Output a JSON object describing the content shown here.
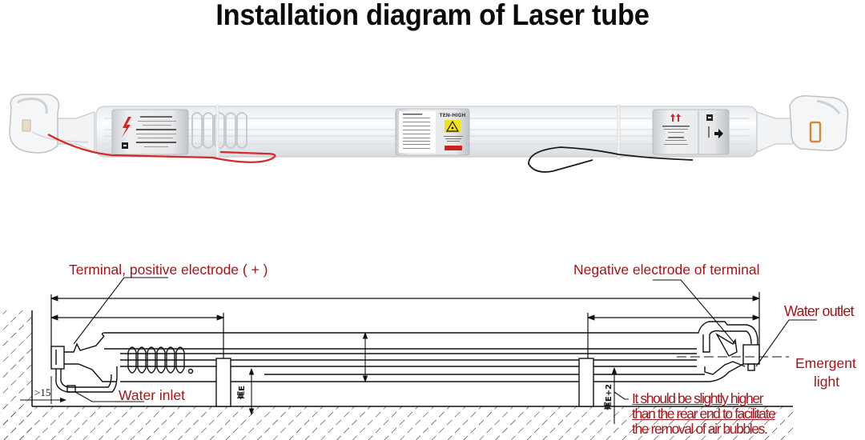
{
  "title": "Installation diagram of Laser tube",
  "photo": {
    "brand_label": "TEN-HIGH",
    "left_label_icon": "high-voltage-bolt-icon",
    "center_label_icon": "laser-warning-triangle-icon",
    "right_label_icons": [
      "arrows-up-icon",
      "minus-square-icon",
      "arrow-right-icon"
    ],
    "wire_colors": {
      "positive": "#d42a2a",
      "negative": "#1a1a1a"
    }
  },
  "diagram": {
    "labels": {
      "positive_terminal": "Terminal, positive electrode ( + )",
      "negative_terminal": "Negative electrode of terminal",
      "water_outlet": "Water outlet",
      "water_inlet": "Water inlet",
      "emergent_light_line1": "Emergent",
      "emergent_light_line2": "light"
    },
    "dimension_left": ">15",
    "height_mark_left": "高E",
    "height_mark_right": "高E+2",
    "note_lines": [
      "It should be slightly higher",
      "than the rear end to facilitate",
      "the removal of air bubbles."
    ]
  },
  "colors": {
    "label_red": "#a0161a",
    "line": "#111111"
  }
}
